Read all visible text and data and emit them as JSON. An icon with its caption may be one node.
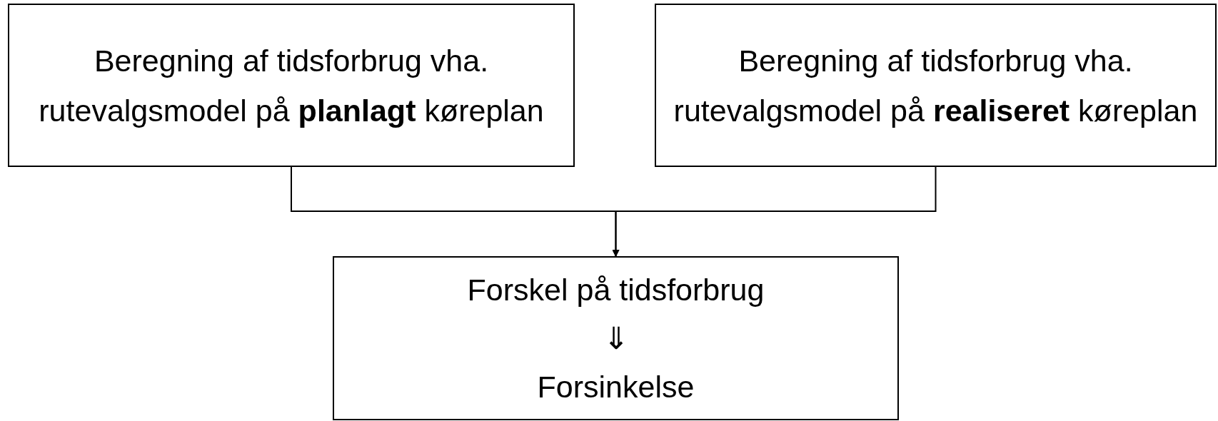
{
  "diagram": {
    "nodes": [
      {
        "text": [
          "Beregning af tidsforbrug vha. rutevalgsmodel på **planlagt** køreplan"
        ]
      },
      {
        "text": [
          "Beregning af tidsforbrug vha. rutevalgsmodel på **realiseret** køreplan"
        ]
      },
      {
        "text": [
          "Forskel på tidsforbrug",
          "⇓",
          "Forsinkelse"
        ]
      }
    ],
    "edges": [
      {
        "from": 0,
        "to": 2,
        "arrow": "to"
      },
      {
        "from": 1,
        "to": 2,
        "arrow": "to"
      }
    ]
  }
}
